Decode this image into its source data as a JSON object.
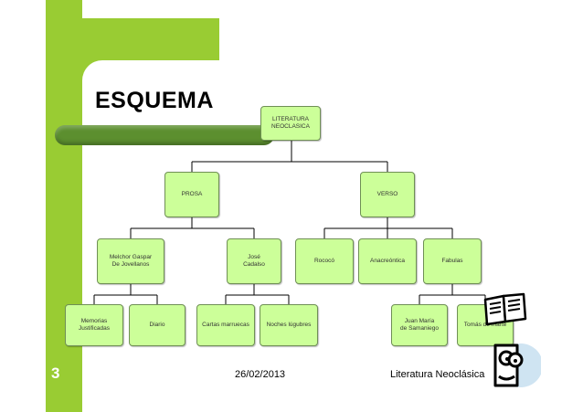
{
  "slide": {
    "title": "ESQUEMA",
    "number": "3",
    "date": "26/02/2013",
    "footer_title": "Literatura Neoclásica"
  },
  "diagram": {
    "root": "LITERATURA\nNEOCLASICA",
    "prosa": "PROSA",
    "verso": "VERSO",
    "jovellanos": "Melchor Gaspar\nDe Jovellanos",
    "cadalso": "José\nCadalso",
    "rococo": "Rococó",
    "anacreontica": "Anacreóntica",
    "fabulas": "Fabulas",
    "memorias": "Memorias Justificadas",
    "diario": "Diario",
    "cartas": "Cartas marruecas",
    "noches": "Noches lúgubres",
    "samaniego": "Juan María\nde Samaniego",
    "iriarte": "Tomás de Iriarte"
  },
  "colors": {
    "accent_green": "#99cc33",
    "bar_green": "#5c8f2f",
    "node_fill": "#ccff99"
  },
  "icons": [
    "open-book-icon",
    "cartoon-face-icon"
  ]
}
